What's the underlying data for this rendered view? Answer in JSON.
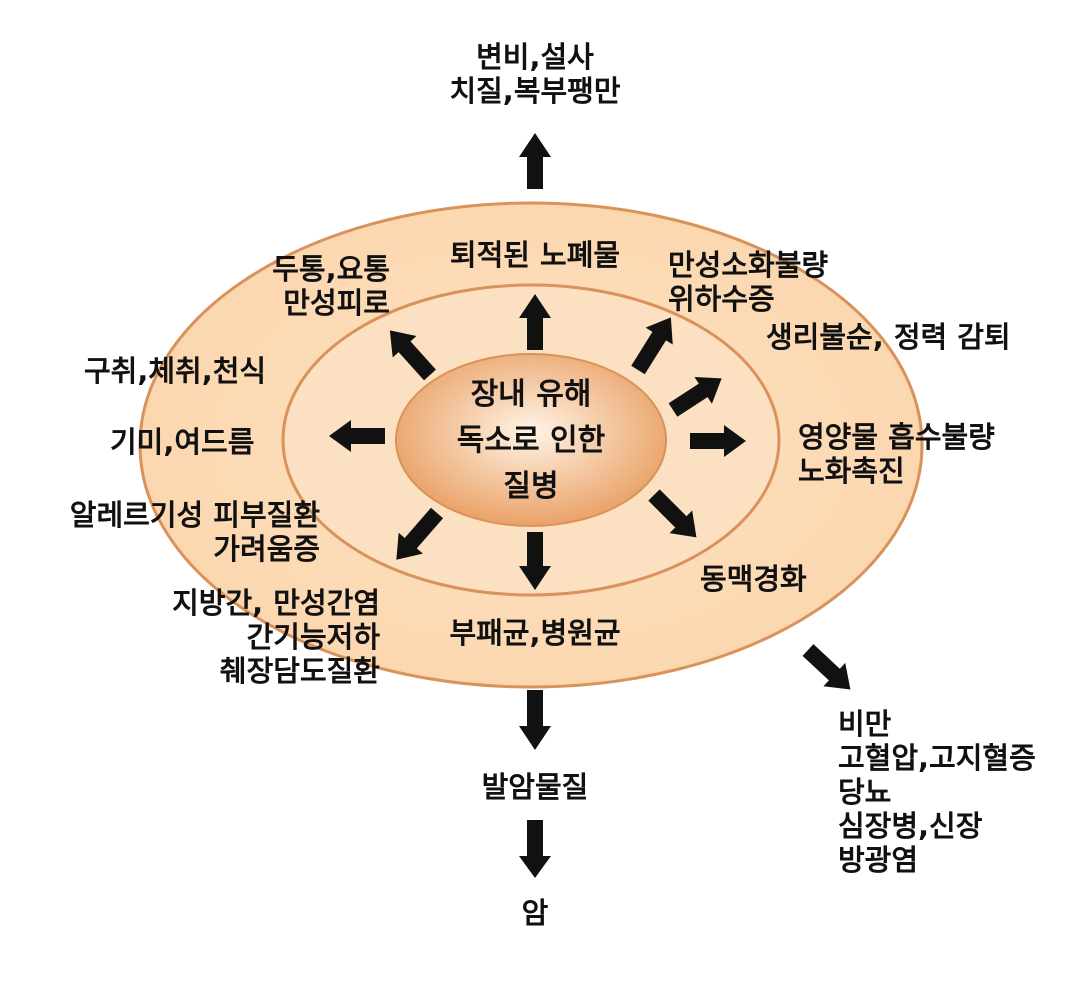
{
  "colors": {
    "ring_outer_fill": "#fbd6ad",
    "ring_stroke": "#d9925a",
    "core_light": "#fff4e6",
    "core_dark": "#e89a5c",
    "arrow": "#111111",
    "text": "#111111"
  },
  "core": {
    "line1": "장내 유해",
    "line2": "독소로 인한",
    "line3": "질병"
  },
  "inner_labels": {
    "top": "퇴적된 노폐물",
    "bottom": "부패균,병원균"
  },
  "outer_labels": {
    "headache": [
      "두통,요통",
      "만성피로"
    ],
    "indigestion": [
      "만성소화불량",
      "위하수증"
    ],
    "menstrual": "생리불순, 정력 감퇴",
    "breath": "구취,체취,천식",
    "skin_spots": "기미,여드름",
    "nutrition": [
      "영양물 흡수불량",
      "노화촉진"
    ],
    "allergy": [
      "알레르기성 피부질환",
      "가려움증"
    ],
    "liver": [
      "지방간, 만성간염",
      "간기능저하",
      "췌장담도질환"
    ],
    "artery": "동맥경화"
  },
  "outside_labels": {
    "top": [
      "변비,설사",
      "치질,복부팽만"
    ],
    "carcinogen": "발암물질",
    "cancer": "암",
    "bottom_right": [
      "비만",
      "고혈압,고지혈증",
      "당뇨",
      "심장병,신장",
      "방광염"
    ]
  }
}
